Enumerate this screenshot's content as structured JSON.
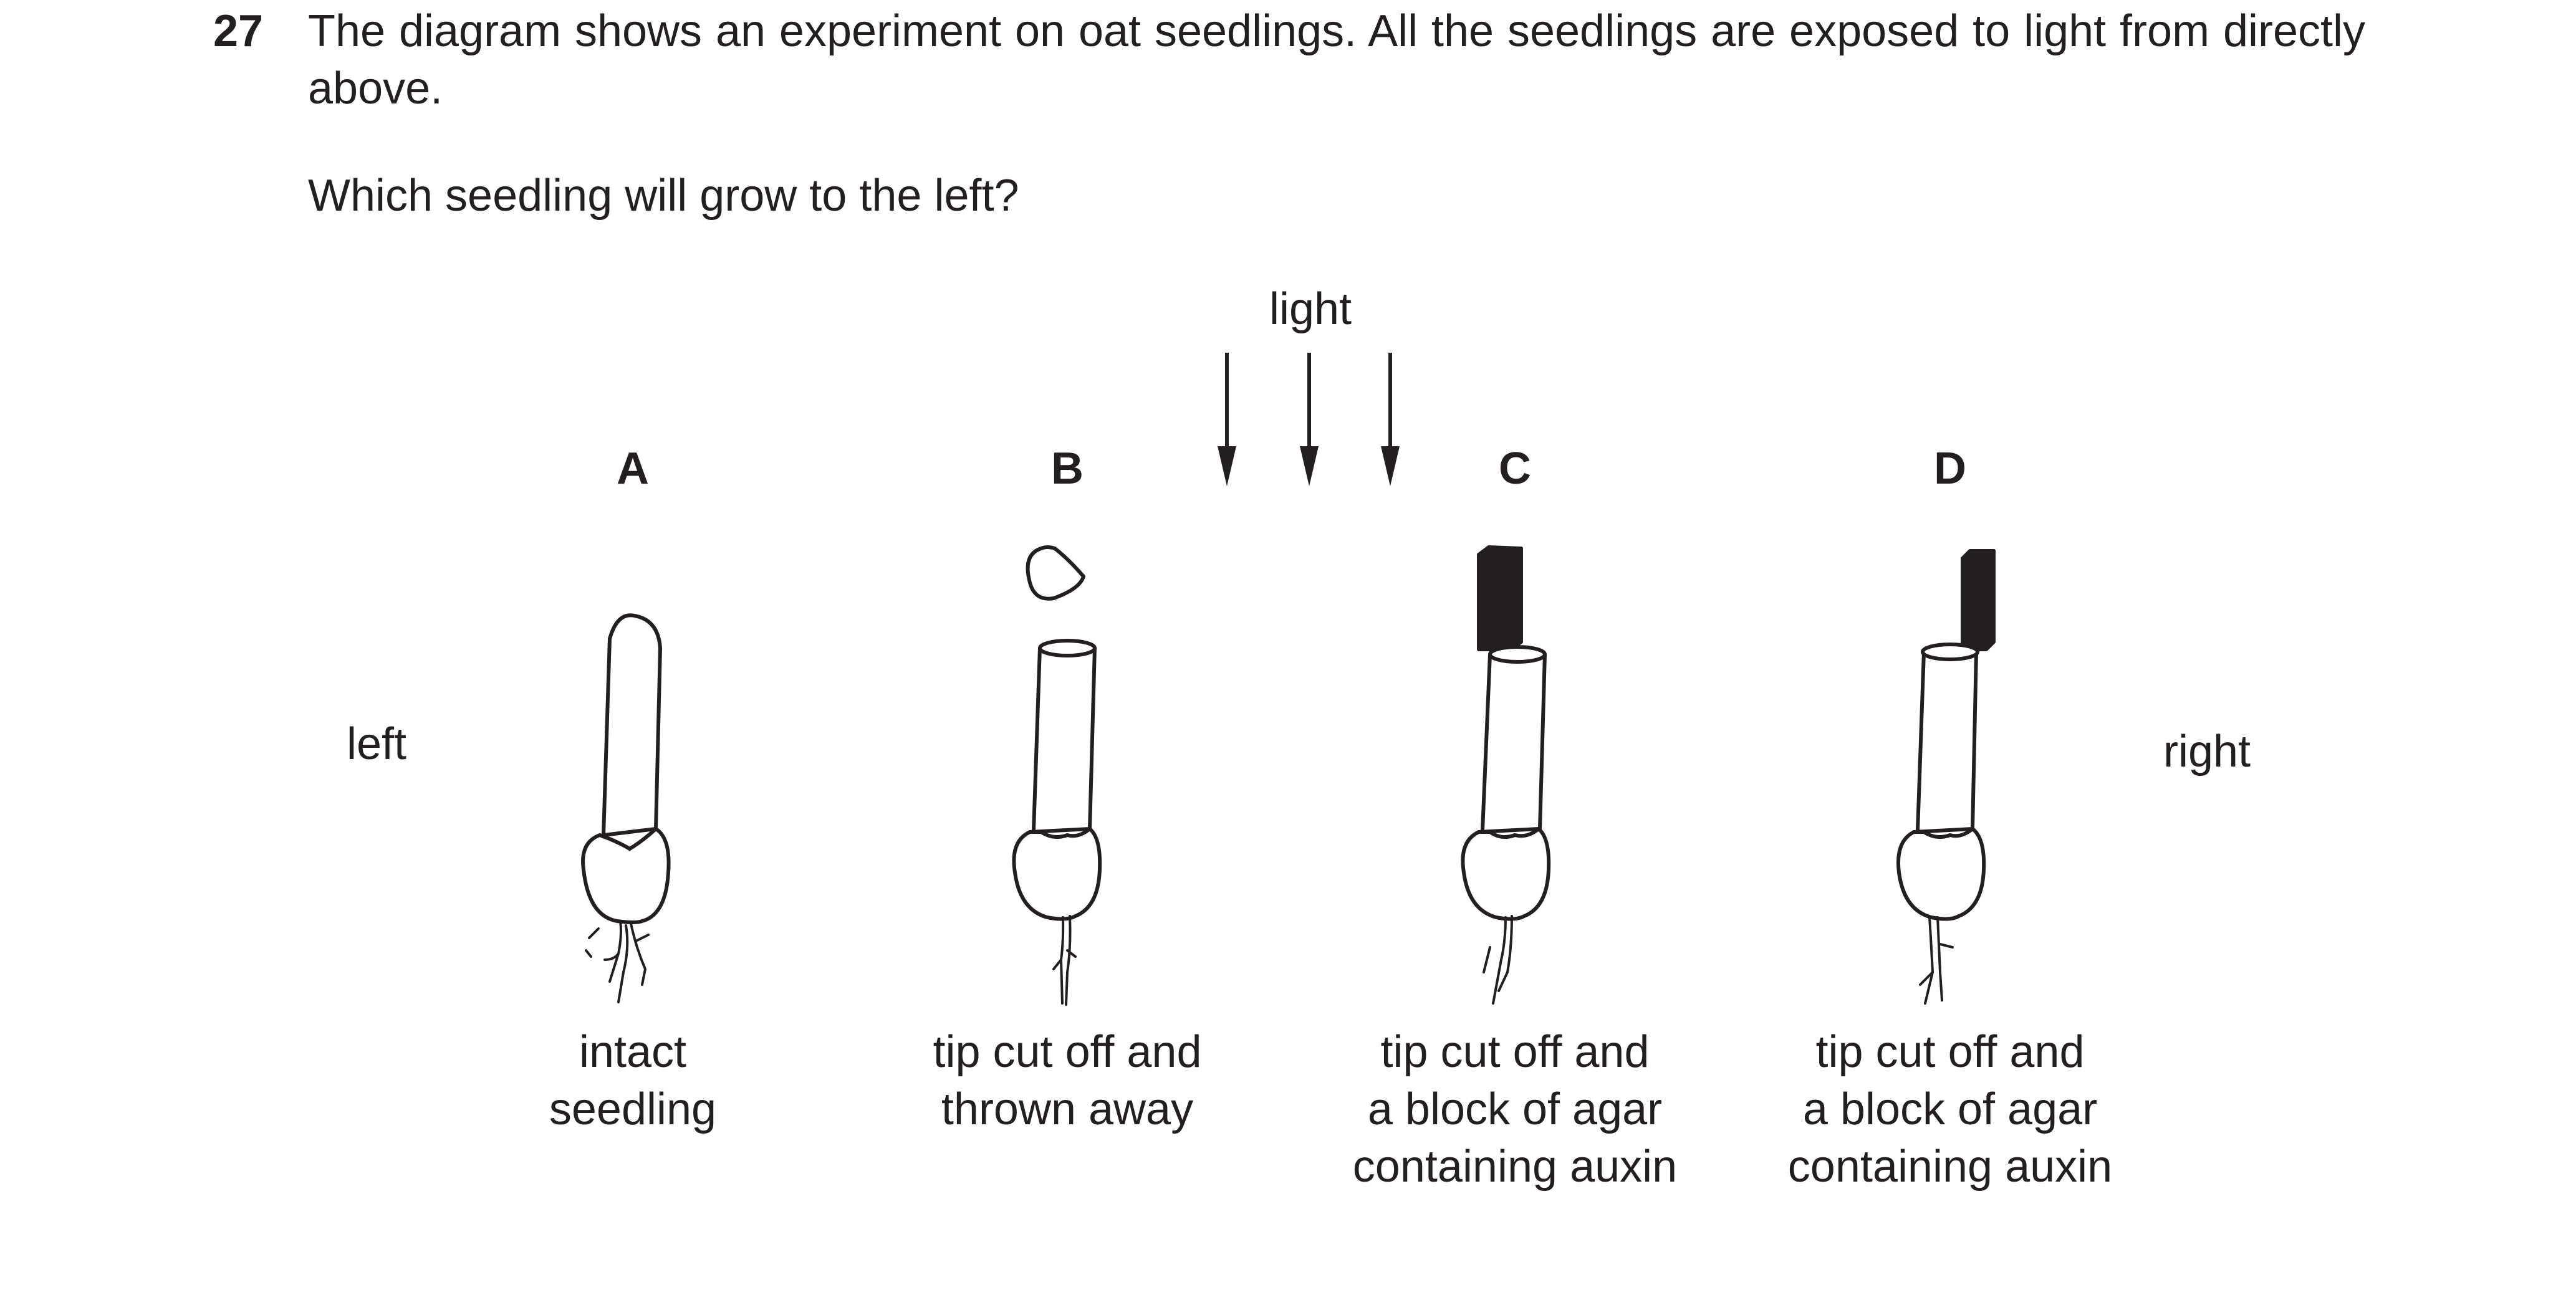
{
  "question": {
    "number": "27",
    "stem": "The diagram shows an experiment on oat seedlings. All the seedlings are exposed to light from directly above.",
    "prompt": "Which seedling will grow to the left?"
  },
  "diagram": {
    "light_label": "light",
    "left_label": "left",
    "right_label": "right",
    "seedlings": [
      {
        "letter": "A",
        "caption_lines": [
          "intact",
          "seedling"
        ]
      },
      {
        "letter": "B",
        "caption_lines": [
          "tip cut off and",
          "thrown away"
        ]
      },
      {
        "letter": "C",
        "caption_lines": [
          "tip cut off and",
          "a block of agar",
          "containing auxin"
        ]
      },
      {
        "letter": "D",
        "caption_lines": [
          "tip cut off and",
          "a block of agar",
          "containing auxin"
        ]
      }
    ]
  }
}
